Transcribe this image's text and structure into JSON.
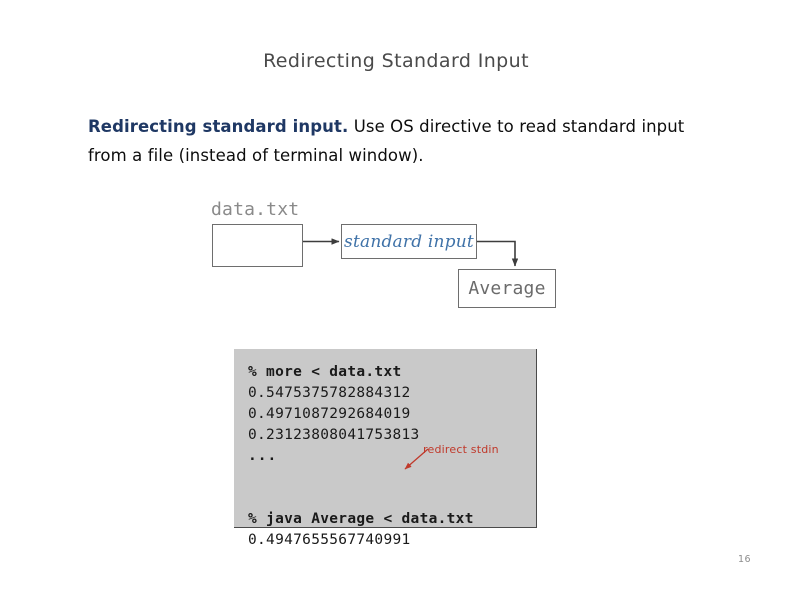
{
  "slide": {
    "title": "Redirecting Standard Input",
    "page_number": "16",
    "background_color": "#ffffff"
  },
  "body": {
    "lead": "Redirecting standard input.",
    "lead_color": "#1f3864",
    "rest": "  Use OS directive to read standard input from a file (instead of terminal window)."
  },
  "diagram": {
    "file_label": "data.txt",
    "file_box_text": "",
    "stdin_box_text": "standard input",
    "stdin_text_color": "#3f72a8",
    "average_box_text": "Average",
    "arrow1_name": "arrow-file-to-stdin",
    "arrow2_name": "arrow-stdin-to-average"
  },
  "terminal": {
    "background_color": "#c9c9c9",
    "lines": [
      {
        "kind": "cmd",
        "text": "% more < data.txt"
      },
      {
        "kind": "out",
        "text": "0.5475375782884312"
      },
      {
        "kind": "out",
        "text": "0.4971087292684019"
      },
      {
        "kind": "out",
        "text": "0.23123808041753813"
      },
      {
        "kind": "dots",
        "text": "..."
      },
      {
        "kind": "blank",
        "text": ""
      },
      {
        "kind": "cmd",
        "text": "% java Average < data.txt"
      },
      {
        "kind": "out",
        "text": "0.4947655567740991"
      }
    ],
    "annotation": {
      "label": "redirect stdin",
      "color": "#c0392b"
    }
  }
}
